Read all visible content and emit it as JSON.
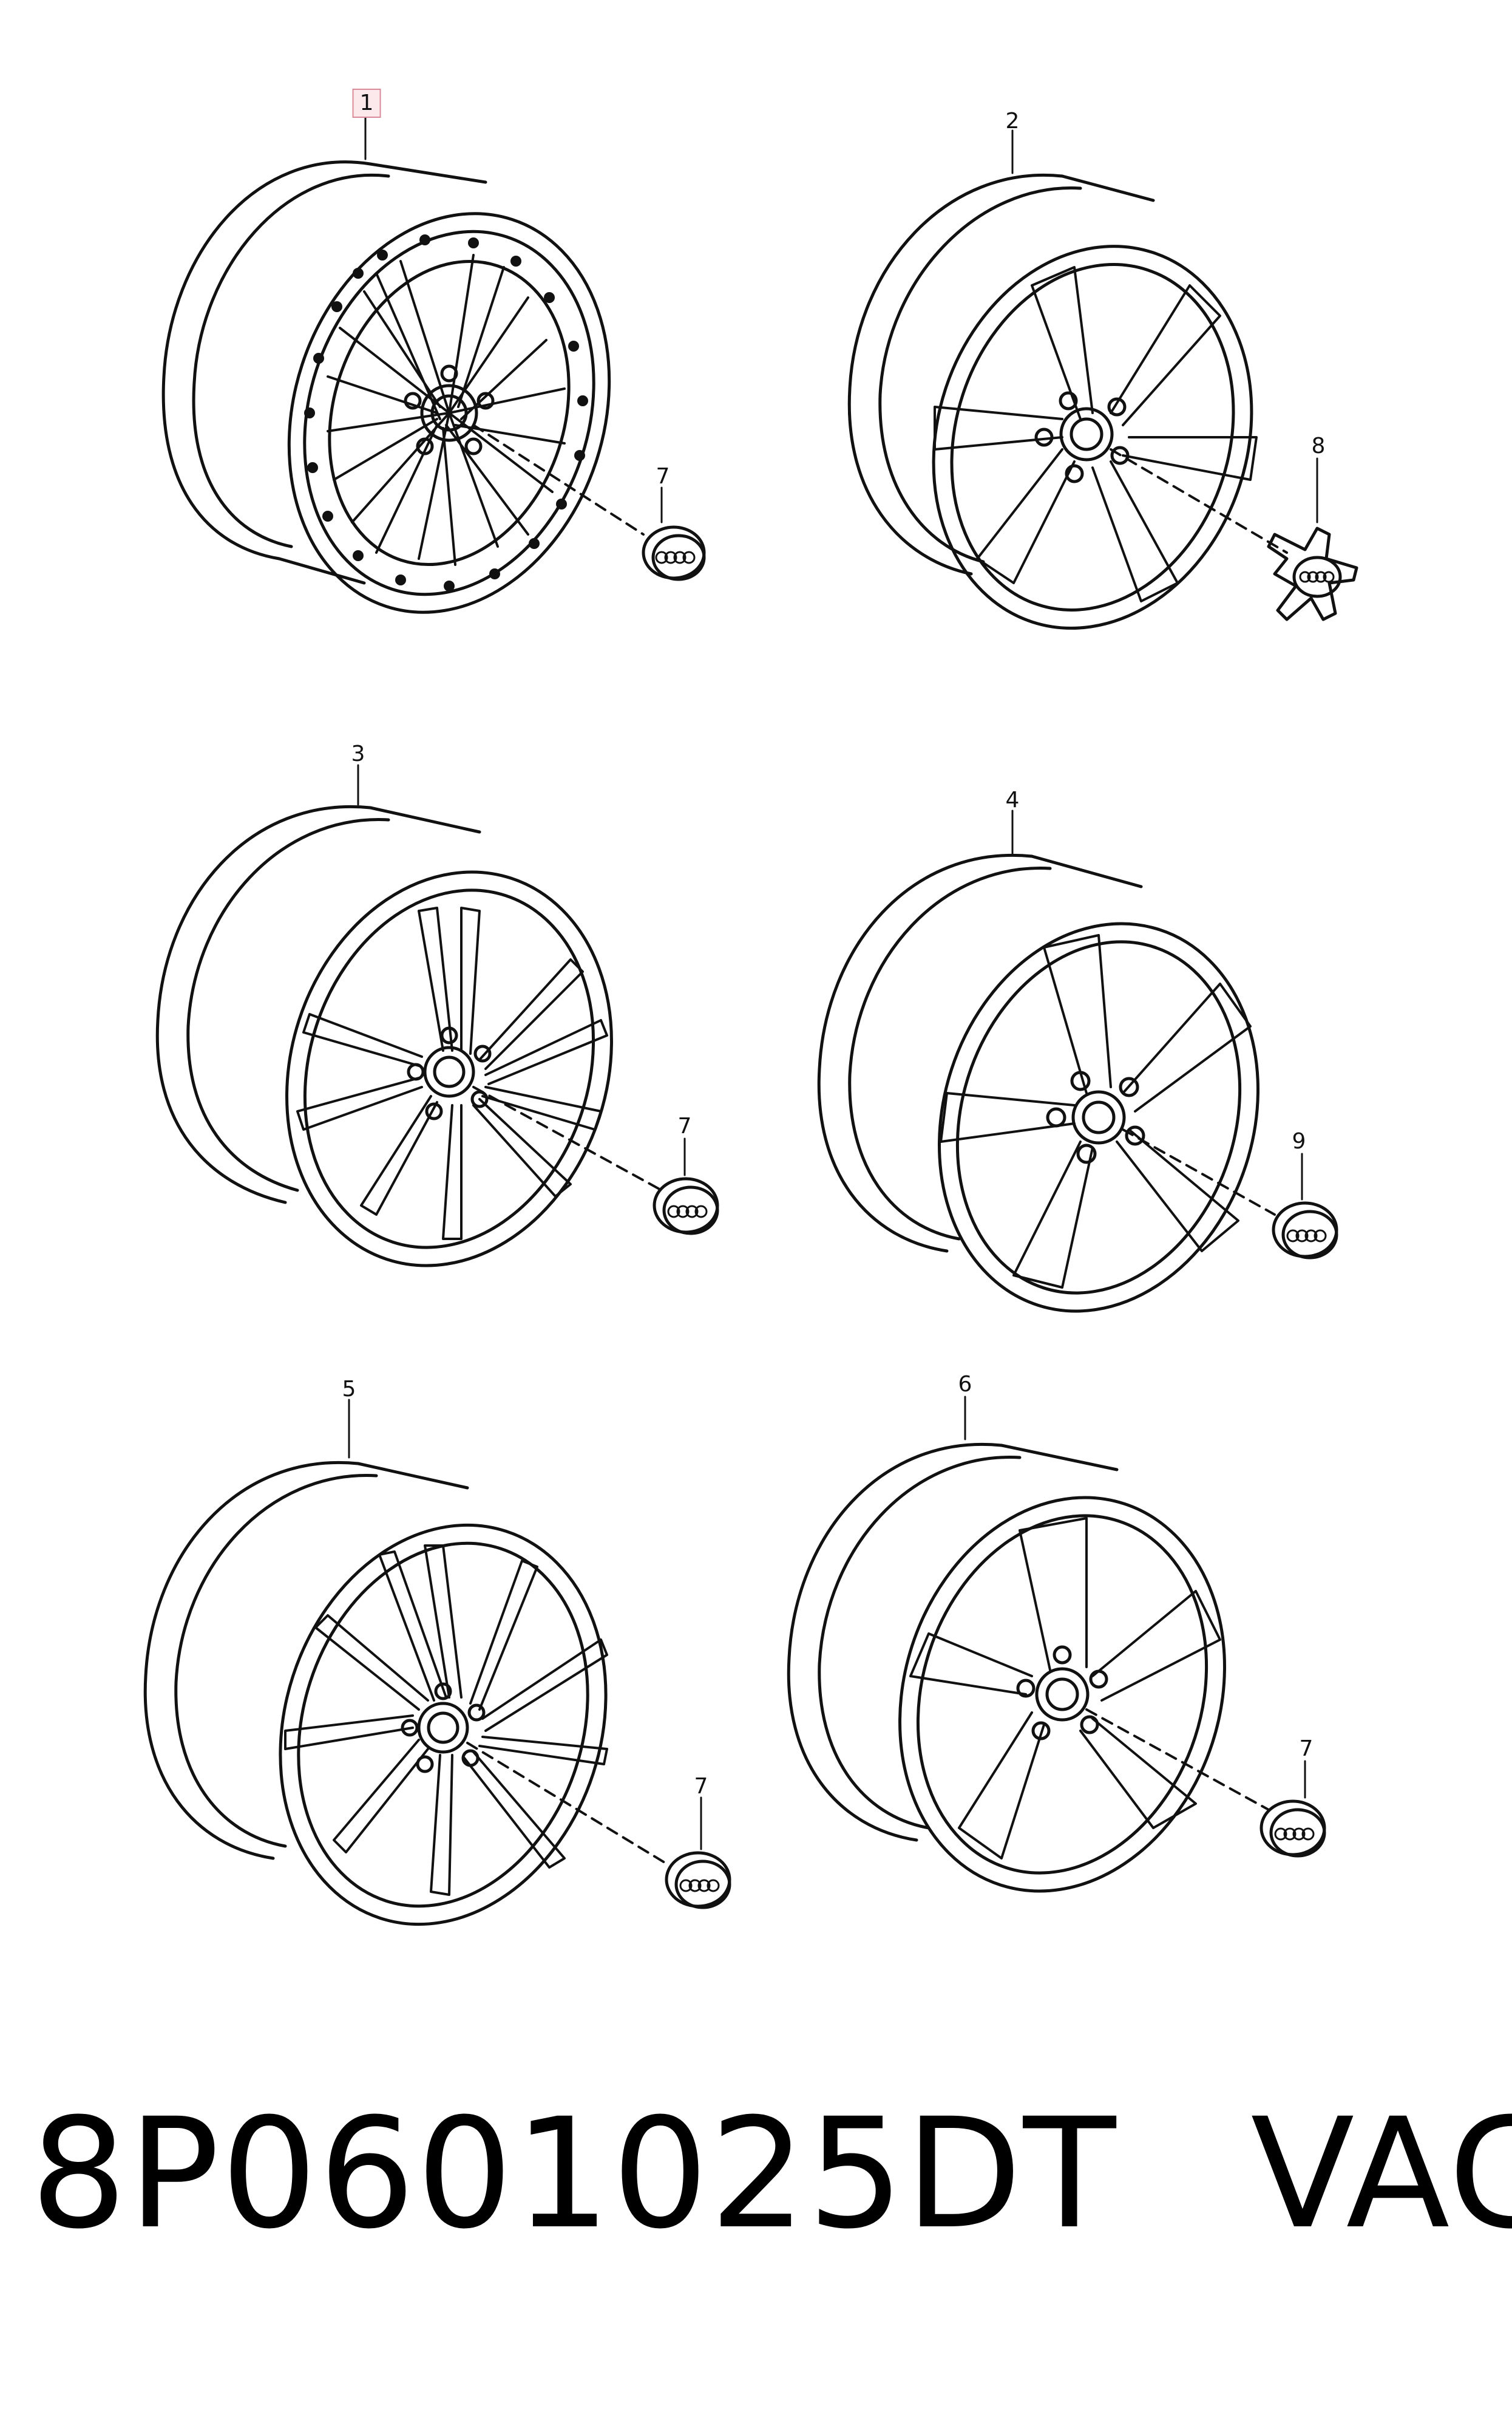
{
  "callouts": [
    {
      "id": "1",
      "text": "1"
    },
    {
      "id": "2",
      "text": "2"
    },
    {
      "id": "3",
      "text": "3"
    },
    {
      "id": "4",
      "text": "4"
    },
    {
      "id": "5",
      "text": "5"
    },
    {
      "id": "6",
      "text": "6"
    },
    {
      "id": "7a",
      "text": "7"
    },
    {
      "id": "8",
      "text": "8"
    },
    {
      "id": "7b",
      "text": "7"
    },
    {
      "id": "9",
      "text": "9"
    },
    {
      "id": "7c",
      "text": "7"
    },
    {
      "id": "7d",
      "text": "7"
    }
  ],
  "footer": {
    "part_number": "8P0601025DT",
    "brand": "VAG"
  },
  "colors": {
    "line": "#111111",
    "highlight_border": "#d98b9a",
    "highlight_fill": "#fbe9ec"
  }
}
